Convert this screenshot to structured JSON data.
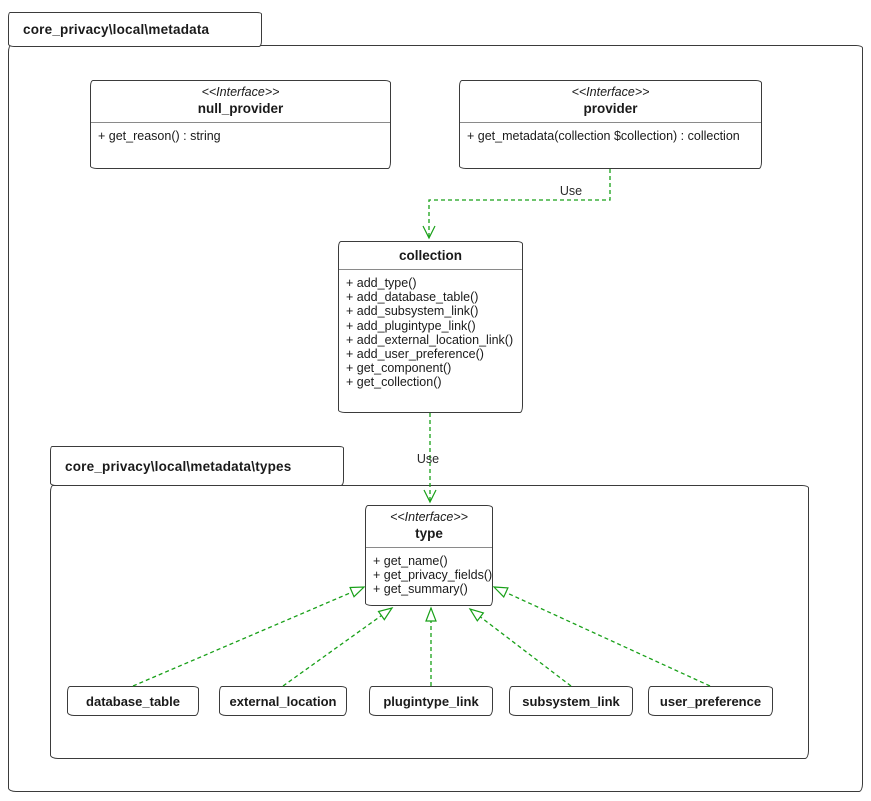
{
  "diagram": {
    "outer_package": {
      "title": "core_privacy\\local\\metadata"
    },
    "inner_package": {
      "title": "core_privacy\\local\\metadata\\types"
    }
  },
  "classes": {
    "null_provider": {
      "stereotype": "<<Interface>>",
      "name": "null_provider",
      "methods": [
        "+ get_reason() : string"
      ]
    },
    "provider": {
      "stereotype": "<<Interface>>",
      "name": "provider",
      "methods": [
        "+ get_metadata(collection $collection) : collection"
      ]
    },
    "collection": {
      "name": "collection",
      "methods": [
        "+ add_type()",
        "+ add_database_table()",
        "+ add_subsystem_link()",
        "+ add_plugintype_link()",
        "+ add_external_location_link()",
        "+ add_user_preference()",
        "+ get_component()",
        "+ get_collection()"
      ]
    },
    "type": {
      "stereotype": "<<Interface>>",
      "name": "type",
      "methods": [
        "+ get_name()",
        "+ get_privacy_fields()",
        "+ get_summary()"
      ]
    },
    "database_table": {
      "name": "database_table"
    },
    "external_location": {
      "name": "external_location"
    },
    "plugintype_link": {
      "name": "plugintype_link"
    },
    "subsystem_link": {
      "name": "subsystem_link"
    },
    "user_preference": {
      "name": "user_preference"
    }
  },
  "relationships": {
    "provider_collection_label": "Use",
    "collection_type_label": "Use"
  },
  "colors": {
    "arrow": "#18a018",
    "border": "#3b3b3b",
    "background": "#ffffff"
  }
}
